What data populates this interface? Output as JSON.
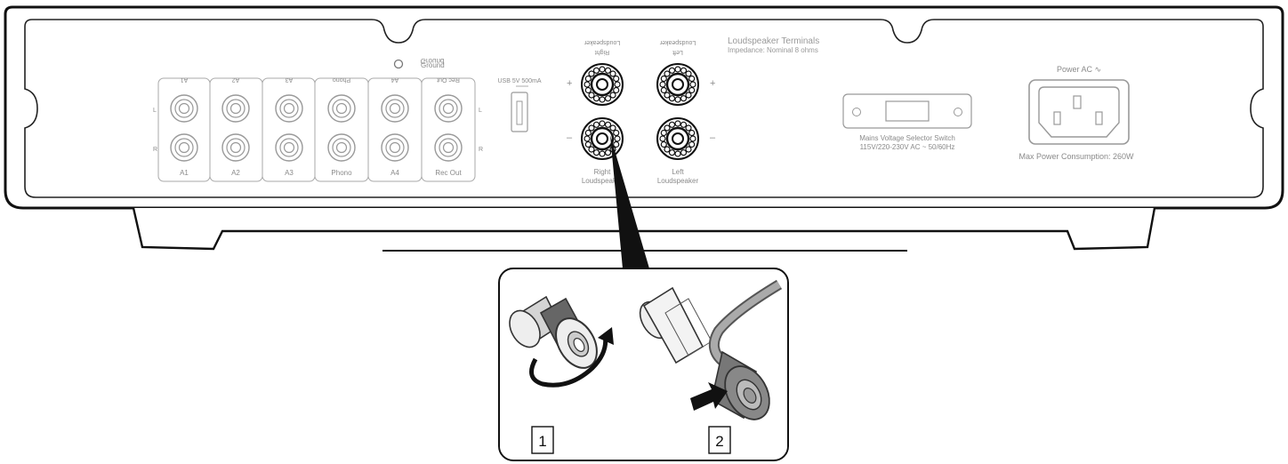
{
  "ground": {
    "line1": "Ground",
    "line2": "Ground"
  },
  "rca": {
    "top_labels": [
      "A1",
      "A2",
      "A3",
      "Phono",
      "A4",
      "Rec Out"
    ],
    "bottom_labels": [
      "A1",
      "A2",
      "A3",
      "Phono",
      "A4",
      "Rec Out"
    ],
    "left_l": "L",
    "left_r": "R",
    "right_l": "L",
    "right_r": "R"
  },
  "usb": {
    "label": "USB 5V 500mA"
  },
  "speakers": {
    "right_top": [
      "Right",
      "Loudspeaker"
    ],
    "left_top": [
      "Left",
      "Loudspeaker"
    ],
    "right_bottom": [
      "Right",
      "Loudspeaker"
    ],
    "left_bottom": [
      "Left",
      "Loudspeaker"
    ],
    "plus": "+",
    "minus": "–"
  },
  "terminals": {
    "title": "Loudspeaker Terminals",
    "impedance": "Impedance: Nominal 8 ohms"
  },
  "voltage": {
    "line1": "Mains Voltage Selector Switch",
    "line2": "115V/220-230V AC ~ 50/60Hz"
  },
  "power": {
    "label": "Power AC ∿",
    "consumption": "Max Power Consumption: 260W"
  },
  "steps": {
    "one": "1",
    "two": "2"
  }
}
